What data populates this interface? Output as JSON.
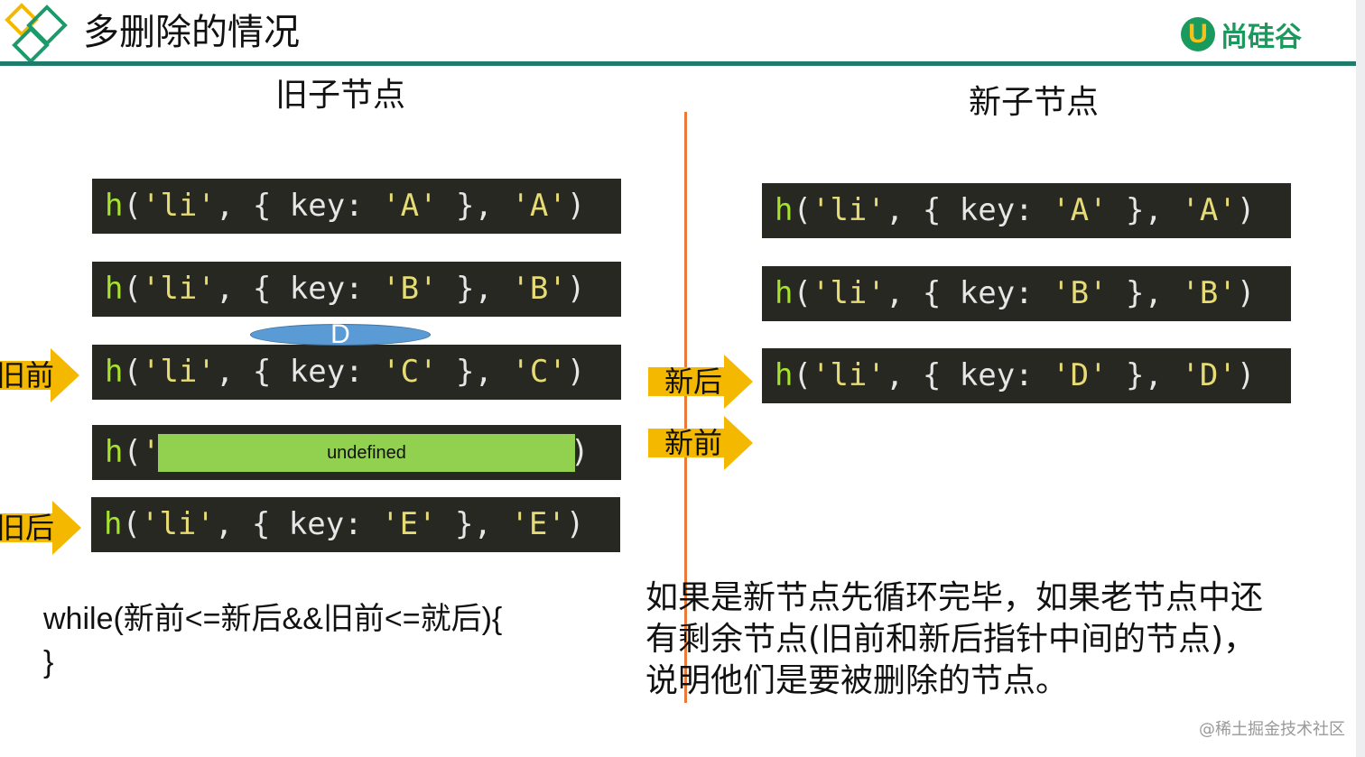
{
  "slide": {
    "title": "多删除的情况",
    "brand": {
      "mark": "U",
      "text": "尚硅谷"
    },
    "old_heading": "旧子节点",
    "new_heading": "新子节点",
    "old_nodes": [
      {
        "key": "A",
        "text": "'A'"
      },
      {
        "key": "B",
        "text": "'B'"
      },
      {
        "key": "C",
        "text": "'C'"
      },
      {
        "key": "",
        "text": ""
      },
      {
        "key": "E",
        "text": "'E'"
      }
    ],
    "new_nodes": [
      {
        "key": "A",
        "text": "'A'"
      },
      {
        "key": "B",
        "text": "'B'"
      },
      {
        "key": "D",
        "text": "'D'"
      }
    ],
    "code_parts": {
      "h": "h",
      "open": "(",
      "li": "'li'",
      "comma": ", ",
      "brace_open": "{ ",
      "key_label": "key: ",
      "brace_close": " }",
      "close": ")"
    },
    "partial_row": {
      "prefix": "h('",
      "suffix": ")"
    },
    "inserted_label": "D",
    "undefined_label": "undefined",
    "pointers": {
      "old_start": "旧前",
      "old_end": "旧后",
      "new_end": "新后",
      "new_start": "新前"
    },
    "while_line1": "while(新前<=新后&&旧前<=就后){",
    "while_line2": "}",
    "explanation": "如果是新节点先循环完毕，如果老节点中还有剩余节点(旧前和新后指针中间的节点)，说明他们是要被删除的节点。",
    "watermark": "@稀土掘金技术社区"
  },
  "colors": {
    "code_bg": "#272822",
    "green_bar": "#92d050",
    "arrow": "#f5b800",
    "divider": "#e87a3c",
    "ellipse": "#5b9bd5",
    "header_rule": "#1d7d6a"
  }
}
